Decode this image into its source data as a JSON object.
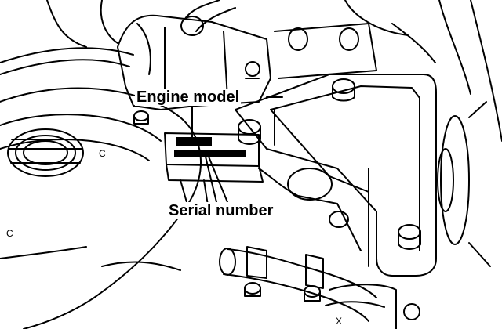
{
  "labels": {
    "engine_model": "Engine model",
    "serial_number": "Serial number"
  },
  "marks": {
    "small_c": "C",
    "outline_x": "X"
  },
  "colors": {
    "ink": "#000000",
    "paper": "#ffffff"
  }
}
